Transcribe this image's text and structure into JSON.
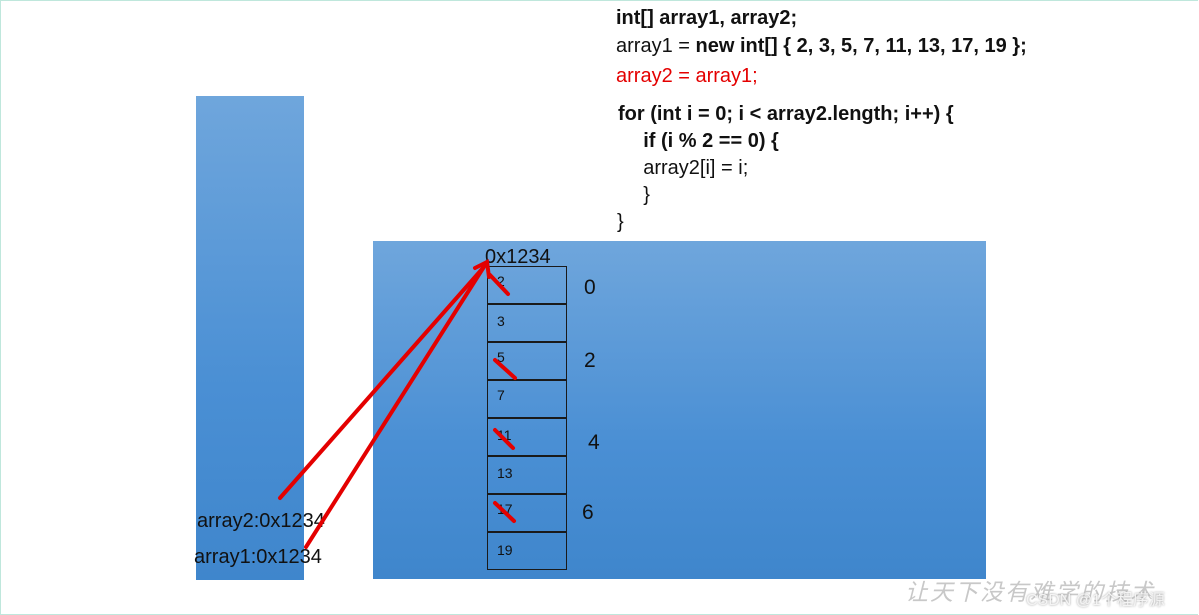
{
  "code": {
    "line1": "int[] array1, array2;",
    "line2_a": "array1 = ",
    "line2_b": "new int[] { 2, 3, 5, 7, 11, 13, 17, 19 };",
    "line3": "array2 = array1;",
    "line4": "for (int i = 0; i < array2.length; i++) {",
    "line5": "    if (i % 2 == 0) {",
    "line6": "    array2[i] = i;",
    "line7": "    }",
    "line8": "}"
  },
  "heap": {
    "address": "0x1234",
    "cells": [
      "2",
      "3",
      "5",
      "7",
      "11",
      "13",
      "17",
      "19"
    ],
    "index_labels": [
      "0",
      "2",
      "4",
      "6"
    ],
    "crossed_cells": [
      0,
      2,
      4,
      6
    ]
  },
  "stack": {
    "ref1": "array2:0x1234",
    "ref2": "array1:0x1234"
  },
  "colors": {
    "block": "#4a8fd4",
    "highlight": "#e40000"
  },
  "watermark": {
    "text": "让天下没有难学的技术",
    "credit": "CSDN @1个程序源"
  }
}
